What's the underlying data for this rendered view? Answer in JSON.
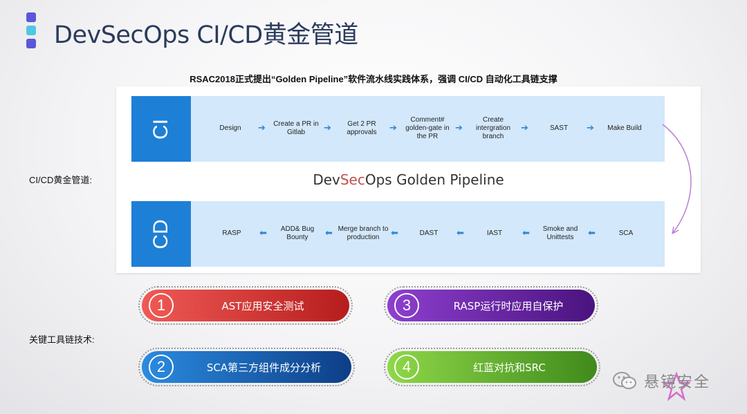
{
  "title": "DevSecOps CI/CD黄金管道",
  "subtitle": "RSAC2018正式提出“Golden Pipeline”软件流水线实践体系，强调 CI/CD 自动化工具链支撑",
  "accent_colors": [
    "#5b57d8",
    "#4fc6e6",
    "#5b57d8"
  ],
  "diagram": {
    "center_label_pre": "Dev",
    "center_label_sec": "Sec",
    "center_label_post": "Ops Golden Pipeline",
    "ci": {
      "label": "CI",
      "steps": [
        {
          "text": "Design",
          "style": "dashed"
        },
        {
          "text": "Create a PR in Gitlab",
          "style": "dashed"
        },
        {
          "text": "Get 2 PR approvals",
          "style": "dashed"
        },
        {
          "text": "Comment# golden-gate in the PR",
          "style": "dashed"
        },
        {
          "text": "Create intergration branch",
          "style": "dashed"
        },
        {
          "text": "SAST",
          "style": "solid"
        },
        {
          "text": "Make Build",
          "style": "dashed"
        }
      ]
    },
    "cd": {
      "label": "CD",
      "steps": [
        {
          "text": "RASP",
          "style": "solid"
        },
        {
          "text": "ADD& Bug Bounty",
          "style": "solid"
        },
        {
          "text": "Merge branch to production",
          "style": "dashed"
        },
        {
          "text": "DAST",
          "style": "solid"
        },
        {
          "text": "IAST",
          "style": "solid"
        },
        {
          "text": "Smoke and Unittests",
          "style": "dashed"
        },
        {
          "text": "SCA",
          "style": "solid"
        }
      ]
    }
  },
  "side_labels": {
    "pipeline": "CI/CD黄金管道:",
    "tools": "关键工具链技术:"
  },
  "techniques": [
    {
      "number": "1",
      "label": "AST应用安全测试",
      "color_from": "#f05a55",
      "color_to": "#b51d1d"
    },
    {
      "number": "3",
      "label": "RASP运行时应用自保护",
      "color_from": "#8e3fd0",
      "color_to": "#4a137e"
    },
    {
      "number": "2",
      "label": "SCA第三方组件成分分析",
      "color_from": "#2b8be0",
      "color_to": "#0d3e86"
    },
    {
      "number": "4",
      "label": "红蓝对抗和SRC",
      "color_from": "#8fd848",
      "color_to": "#3f8a1c"
    }
  ],
  "watermark": {
    "text": "悬镜安全",
    "icon": "wechat-icon"
  }
}
